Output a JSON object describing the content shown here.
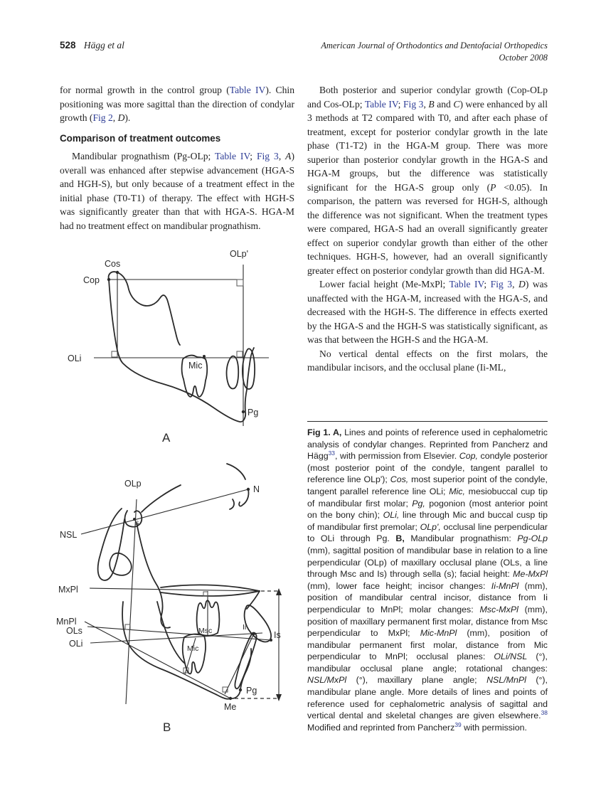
{
  "colors": {
    "link": "#2e3d96",
    "ink": "#1f1f1f",
    "line": "#2a2a2a"
  },
  "header": {
    "page_number": "528",
    "authors": "Hägg et al",
    "journal": "American Journal of Orthodontics and Dentofacial Orthopedics",
    "issue_date": "October 2008"
  },
  "left_column": {
    "para1": [
      {
        "t": "for normal growth in the control group (",
        "s": "p"
      },
      {
        "t": "Table IV",
        "s": "l"
      },
      {
        "t": "). Chin positioning was more sagittal than the direction of condylar growth (",
        "s": "p"
      },
      {
        "t": "Fig 2",
        "s": "l"
      },
      {
        "t": ", ",
        "s": "p"
      },
      {
        "t": "D",
        "s": "i"
      },
      {
        "t": ").",
        "s": "p"
      }
    ],
    "section_heading": "Comparison of treatment outcomes",
    "para2": [
      {
        "t": "Mandibular prognathism (Pg-OLp; ",
        "s": "p"
      },
      {
        "t": "Table IV",
        "s": "l"
      },
      {
        "t": "; ",
        "s": "p"
      },
      {
        "t": "Fig 3",
        "s": "l"
      },
      {
        "t": ", ",
        "s": "p"
      },
      {
        "t": "A",
        "s": "i"
      },
      {
        "t": ") overall was enhanced after stepwise advancement (HGA-S and HGH-S), but only because of a treatment effect in the initial phase (T0-T1) of therapy. The effect with HGH-S was significantly greater than that with HGA-S. HGA-M had no treatment effect on mandibular prognathism.",
        "s": "p"
      }
    ]
  },
  "right_column": {
    "para1": [
      {
        "t": "Both posterior and superior condylar growth (Cop-OLp and Cos-OLp; ",
        "s": "p"
      },
      {
        "t": "Table IV",
        "s": "l"
      },
      {
        "t": "; ",
        "s": "p"
      },
      {
        "t": "Fig 3",
        "s": "l"
      },
      {
        "t": ", ",
        "s": "p"
      },
      {
        "t": "B",
        "s": "i"
      },
      {
        "t": " and ",
        "s": "p"
      },
      {
        "t": "C",
        "s": "i"
      },
      {
        "t": ") were enhanced by all 3 methods at T2 compared with T0, and after each phase of treatment, except for posterior condylar growth in the late phase (T1-T2) in the HGA-M group. There was more superior than posterior condylar growth in the HGA-S and HGA-M groups, but the difference was statistically significant for the HGA-S group only (",
        "s": "p"
      },
      {
        "t": "P",
        "s": "i"
      },
      {
        "t": " <0.05). In comparison, the pattern was reversed for HGH-S, although the difference was not significant. When the treatment types were compared, HGA-S had an overall significantly greater effect on superior condylar growth than either of the other techniques. HGH-S, however, had an overall significantly greater effect on posterior condylar growth than did HGA-M.",
        "s": "p"
      }
    ],
    "para2": [
      {
        "t": "Lower facial height (Me-MxPl; ",
        "s": "p"
      },
      {
        "t": "Table IV",
        "s": "l"
      },
      {
        "t": "; ",
        "s": "p"
      },
      {
        "t": "Fig 3",
        "s": "l"
      },
      {
        "t": ", ",
        "s": "p"
      },
      {
        "t": "D",
        "s": "i"
      },
      {
        "t": ") was unaffected with the HGA-M, increased with the HGA-S, and decreased with the HGH-S. The difference in effects exerted by the HGA-S and the HGH-S was statistically significant, as was that between the HGH-S and the HGA-M.",
        "s": "p"
      }
    ],
    "para3": [
      {
        "t": "No vertical dental effects on the first molars, the mandibular incisors, and the occlusal plane (Ii-ML,",
        "s": "p"
      }
    ]
  },
  "figure": {
    "figA": {
      "panel_label": "A",
      "olp_prime": "OLp'",
      "cos": "Cos",
      "cop": "Cop",
      "oli": "OLi",
      "mic": "Mic",
      "pg": "Pg"
    },
    "figB": {
      "panel_label": "B",
      "olp": "OLp",
      "n": "N",
      "nsl": "NSL",
      "s": "s",
      "mxpl": "MxPl",
      "mnpl": "MnPl",
      "ols": "OLs",
      "oli": "OLi",
      "msc": "Msc",
      "mic": "Mic",
      "ii": "Ii",
      "is": "Is",
      "pg": "Pg",
      "me": "Me"
    },
    "caption": [
      {
        "t": "Fig 1.  ",
        "s": "b"
      },
      {
        "t": "A, ",
        "s": "b"
      },
      {
        "t": "Lines and points of reference used in cephalometric analysis of condylar changes. Reprinted from Pancherz and Hägg",
        "s": "p"
      },
      {
        "t": "33",
        "s": "s"
      },
      {
        "t": ", with permission from Elsevier. ",
        "s": "p"
      },
      {
        "t": "Cop,",
        "s": "i"
      },
      {
        "t": " condyle posterior (most posterior point of the condyle, tangent parallel to reference line OLp'); ",
        "s": "p"
      },
      {
        "t": "Cos,",
        "s": "i"
      },
      {
        "t": " most superior point of the condyle, tangent parallel reference line OLi; ",
        "s": "p"
      },
      {
        "t": "Mic,",
        "s": "i"
      },
      {
        "t": " mesiobuccal cup tip of mandibular first molar; ",
        "s": "p"
      },
      {
        "t": "Pg,",
        "s": "i"
      },
      {
        "t": " pogonion (most anterior point on the bony chin); ",
        "s": "p"
      },
      {
        "t": "OLi,",
        "s": "i"
      },
      {
        "t": " line through Mic and buccal cusp tip of mandibular first premolar; ",
        "s": "p"
      },
      {
        "t": "OLp',",
        "s": "i"
      },
      {
        "t": " occlusal line perpendicular to OLi through Pg. ",
        "s": "p"
      },
      {
        "t": "B, ",
        "s": "b"
      },
      {
        "t": "Mandibular prognathism: ",
        "s": "p"
      },
      {
        "t": "Pg-OLp",
        "s": "i"
      },
      {
        "t": " (mm), sagittal position of mandibular base in relation to a line perpendicular (OLp) of maxillary occlusal plane (OLs, a line through Msc and Is) through sella (s); facial height: ",
        "s": "p"
      },
      {
        "t": "Me-MxPl",
        "s": "i"
      },
      {
        "t": " (mm), lower face height; incisor changes: ",
        "s": "p"
      },
      {
        "t": "Ii-MnPl",
        "s": "i"
      },
      {
        "t": " (mm), position of mandibular central incisor, distance from Ii perpendicular to MnPl; molar changes: ",
        "s": "p"
      },
      {
        "t": "Msc-MxPl",
        "s": "i"
      },
      {
        "t": " (mm), position of maxillary permanent first molar, distance from Msc perpendicular to MxPl; ",
        "s": "p"
      },
      {
        "t": "Mic-MnPl",
        "s": "i"
      },
      {
        "t": " (mm), position of mandibular permanent first molar, distance from Mic perpendicular to MnPl; occlusal planes: ",
        "s": "p"
      },
      {
        "t": "OLi/NSL",
        "s": "i"
      },
      {
        "t": " (°), mandibular occlusal plane angle; rotational changes: ",
        "s": "p"
      },
      {
        "t": "NSL/MxPl",
        "s": "i"
      },
      {
        "t": " (°), maxillary plane angle; ",
        "s": "p"
      },
      {
        "t": "NSL/MnPl",
        "s": "i"
      },
      {
        "t": " (°), mandibular plane angle. More details of lines and points of reference used for cephalometric analysis of sagittal and vertical dental and skeletal changes are given elsewhere.",
        "s": "p"
      },
      {
        "t": "38",
        "s": "s"
      },
      {
        "t": " Modified and reprinted from Pancherz",
        "s": "p"
      },
      {
        "t": "39",
        "s": "s"
      },
      {
        "t": " with permission.",
        "s": "p"
      }
    ]
  }
}
